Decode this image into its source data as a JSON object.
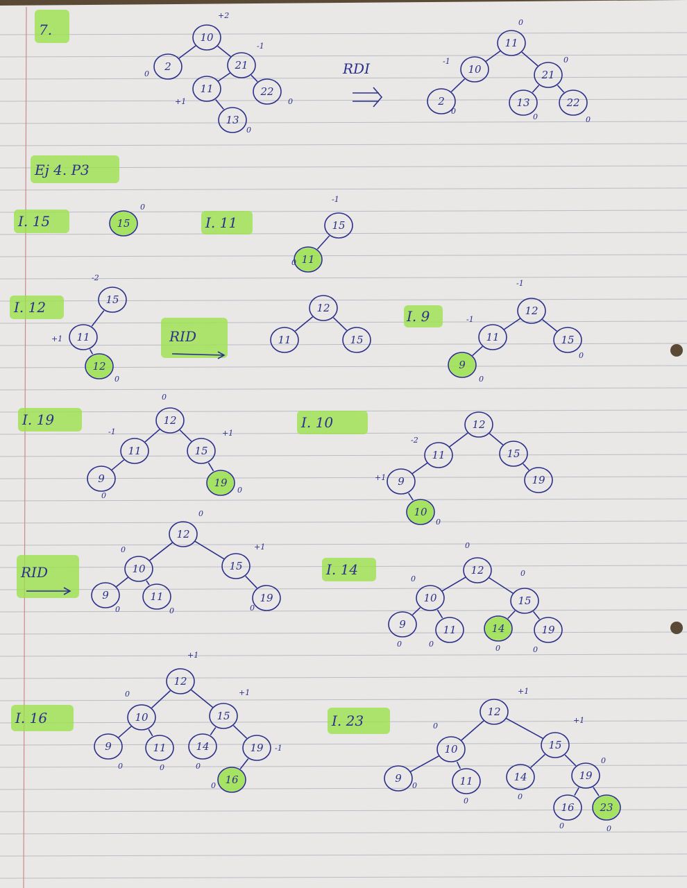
{
  "colors": {
    "ink": "#2b2f8a",
    "highlighter": "#9be24a",
    "paper": "#e9e8e6",
    "rule": "#b9bcc4",
    "margin": "#c98a8a"
  },
  "labels": {
    "ex7": "7.",
    "ej4": "Ej 4. P3",
    "rdi": "RDI",
    "rid1": "RID",
    "rid2": "RID",
    "i15": "I. 15",
    "i11": "I. 11",
    "i12": "I. 12",
    "i9": "I. 9",
    "i19": "I. 19",
    "i10": "I. 10",
    "i14": "I. 14",
    "i16": "I. 16",
    "i23": "I. 23"
  },
  "trees": {
    "t1": {
      "n10": "10",
      "n2": "2",
      "n21": "21",
      "n11": "11",
      "n22": "22",
      "n13": "13",
      "b10": "+2",
      "b2": "0",
      "b21": "-1",
      "b11": "+1",
      "b22": "0",
      "b13": "0"
    },
    "t2": {
      "n11": "11",
      "n10": "10",
      "n21": "21",
      "n2": "2",
      "n13": "13",
      "n22": "22",
      "b11": "0",
      "b10": "-1",
      "b21": "0",
      "b2": "0",
      "b13": "0",
      "b22": "0"
    },
    "t3": {
      "n15": "15",
      "b15": "0"
    },
    "t4": {
      "n15": "15",
      "n11": "11",
      "b15": "-1",
      "b11": "0"
    },
    "t5": {
      "n15": "15",
      "n11": "11",
      "n12": "12",
      "b15": "-2",
      "b11": "+1",
      "b12": "0"
    },
    "t6": {
      "n12": "12",
      "n11": "11",
      "n15": "15"
    },
    "t7": {
      "n12": "12",
      "n11": "11",
      "n15": "15",
      "n9": "9",
      "b12": "-1",
      "b11": "-1",
      "b15": "0",
      "b9": "0"
    },
    "t8": {
      "n12": "12",
      "n11": "11",
      "n15": "15",
      "n9": "9",
      "n19": "19",
      "b12": "0",
      "b11": "-1",
      "b15": "+1",
      "b9": "0",
      "b19": "0"
    },
    "t9": {
      "n12": "12",
      "n11": "11",
      "n15": "15",
      "n9": "9",
      "n10": "10",
      "n19": "19",
      "b11": "-2",
      "b9": "+1",
      "b10": "0"
    },
    "t10": {
      "n12": "12",
      "n10": "10",
      "n15": "15",
      "n9": "9",
      "n11": "11",
      "n19": "19",
      "b12": "0",
      "b10": "0",
      "b15": "+1",
      "b9": "0",
      "b11": "0",
      "b19": "0"
    },
    "t11": {
      "n12": "12",
      "n10": "10",
      "n15": "15",
      "n9": "9",
      "n11": "11",
      "n14": "14",
      "n19": "19",
      "b12": "0",
      "b10": "0",
      "b15": "0",
      "b9": "0",
      "b11": "0",
      "b14": "0",
      "b19": "0"
    },
    "t12": {
      "n12": "12",
      "n10": "10",
      "n15": "15",
      "n9": "9",
      "n11": "11",
      "n14": "14",
      "n19": "19",
      "n16": "16",
      "b12": "+1",
      "b10": "0",
      "b15": "+1",
      "b9": "0",
      "b11": "0",
      "b14": "0",
      "b19": "-1",
      "b16": "0"
    },
    "t13": {
      "n12": "12",
      "n10": "10",
      "n15": "15",
      "n9": "9",
      "n11": "11",
      "n14": "14",
      "n19": "19",
      "n16": "16",
      "n23": "23",
      "b12": "+1",
      "b10": "0",
      "b15": "+1",
      "b9": "0",
      "b11": "0",
      "b14": "0",
      "b19": "0",
      "b16": "0",
      "b23": "0"
    }
  }
}
